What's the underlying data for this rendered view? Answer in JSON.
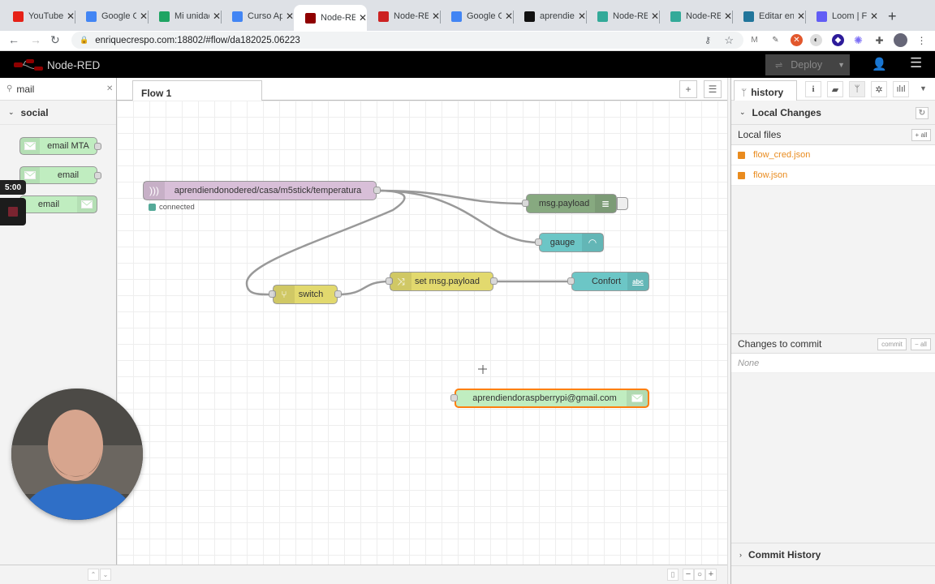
{
  "browser": {
    "tabs": [
      {
        "title": "YouTube",
        "favicon": "youtube-icon",
        "color": "#e62117",
        "active": false
      },
      {
        "title": "Google Calendar",
        "favicon": "calendar-icon",
        "color": "#4285f4",
        "active": false
      },
      {
        "title": "Mi unidad",
        "favicon": "drive-icon",
        "color": "#1fa463",
        "active": false
      },
      {
        "title": "Curso Ap",
        "favicon": "docs-icon",
        "color": "#4285f4",
        "active": false
      },
      {
        "title": "Node-RED",
        "favicon": "nodered-icon",
        "color": "#8f0000",
        "active": true
      },
      {
        "title": "Node-RED",
        "favicon": "nodered-icon",
        "color": "#c22",
        "active": false
      },
      {
        "title": "Google Calendar",
        "favicon": "calendar-icon",
        "color": "#4285f4",
        "active": false
      },
      {
        "title": "aprendiendo",
        "favicon": "github-icon",
        "color": "#111",
        "active": false
      },
      {
        "title": "Node-RED",
        "favicon": "infinity-icon",
        "color": "#3a9",
        "active": false
      },
      {
        "title": "Node-RED",
        "favicon": "infinity-icon",
        "color": "#3a9",
        "active": false
      },
      {
        "title": "Editar en",
        "favicon": "wordpress-icon",
        "color": "#21759b",
        "active": false
      },
      {
        "title": "Loom | F",
        "favicon": "loom-icon",
        "color": "#625df5",
        "active": false
      }
    ],
    "url": "enriquecrespo.com:18802/#flow/da182025.06223"
  },
  "header": {
    "app_name": "Node-RED",
    "deploy_label": "Deploy"
  },
  "palette": {
    "search_value": "mail",
    "category": "social",
    "nodes": [
      {
        "label": "email MTA"
      },
      {
        "label": "email"
      },
      {
        "label": "email"
      }
    ]
  },
  "workspace": {
    "tab_label": "Flow 1",
    "nodes": {
      "mqtt": {
        "label": "aprendiendonodered/casa/m5stick/temperatura",
        "status": "connected",
        "color": "#d8bfd8"
      },
      "debug": {
        "label": "msg.payload",
        "color": "#87a980"
      },
      "gauge": {
        "label": "gauge",
        "color": "#6cc6c6"
      },
      "switch": {
        "label": "switch",
        "color": "#e2d96e"
      },
      "change": {
        "label": "set msg.payload",
        "color": "#e2d96e"
      },
      "text": {
        "label": "Confort",
        "color": "#6cc6c6"
      },
      "email": {
        "label": "aprendiendoraspberrypi@gmail.com",
        "color": "#c0edc0"
      }
    }
  },
  "sidebar": {
    "tab_label": "history",
    "local_changes_title": "Local Changes",
    "local_files_label": "Local files",
    "add_all_label": "+ all",
    "files": [
      "flow_cred.json",
      "flow.json"
    ],
    "file_color": "#e98b1e",
    "changes_to_commit_label": "Changes to commit",
    "commit_button": "commit",
    "remove_all_label": "− all",
    "none_label": "None",
    "commit_history_title": "Commit History"
  },
  "recorder": {
    "timer": "5:00"
  }
}
